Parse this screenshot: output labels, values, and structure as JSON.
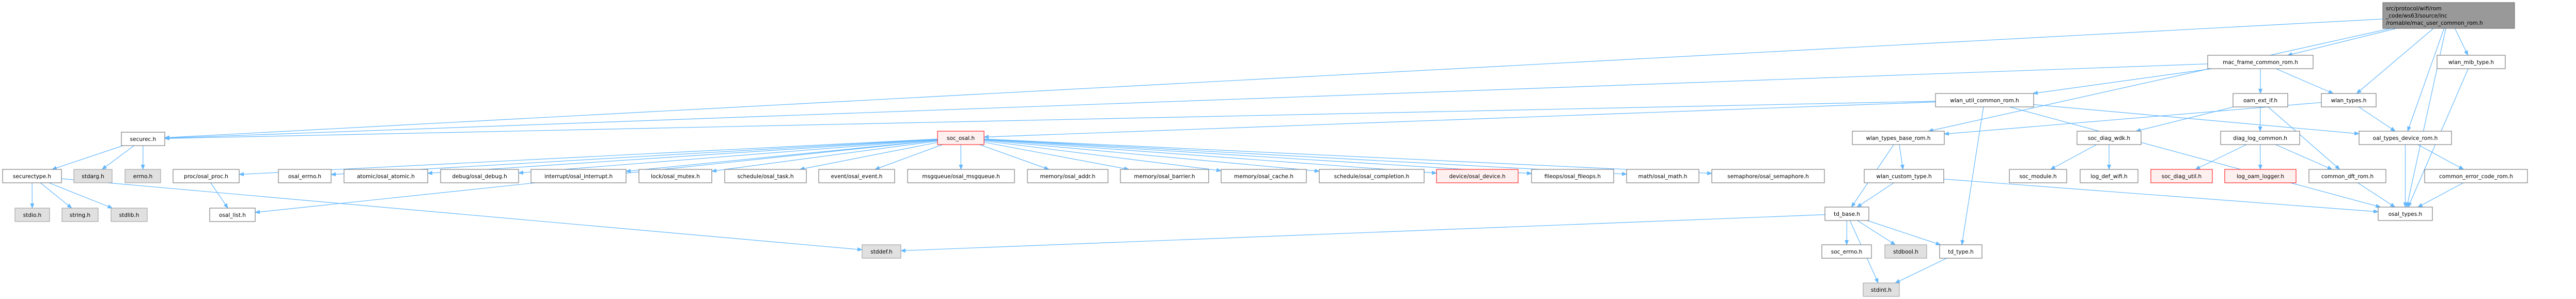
{
  "colors": {
    "edge": "#63b8ff",
    "normal_fill": "#ffffff",
    "normal_stroke": "#666666",
    "system_fill": "#e0e0e0",
    "system_stroke": "#999999",
    "warn_fill": "#fff0f0",
    "warn_stroke": "#ff0000",
    "root_fill": "#999999",
    "root_stroke": "#666666"
  },
  "nodes": [
    {
      "id": "root",
      "kind": "root",
      "lines": [
        "src/protocol/wifi/rom",
        "_code/ws63/source/inc",
        "/romable/mac_user_common_rom.h"
      ]
    },
    {
      "id": "mac_frame",
      "kind": "normal",
      "lines": [
        "mac_frame_common_rom.h"
      ]
    },
    {
      "id": "wlan_mib_type",
      "kind": "normal",
      "lines": [
        "wlan_mib_type.h"
      ]
    },
    {
      "id": "wlan_util",
      "kind": "normal",
      "lines": [
        "wlan_util_common_rom.h"
      ]
    },
    {
      "id": "oam_ext_if",
      "kind": "normal",
      "lines": [
        "oam_ext_if.h"
      ]
    },
    {
      "id": "wlan_types",
      "kind": "normal",
      "lines": [
        "wlan_types.h"
      ]
    },
    {
      "id": "securec",
      "kind": "normal",
      "lines": [
        "securec.h"
      ]
    },
    {
      "id": "soc_osal",
      "kind": "warn",
      "lines": [
        "soc_osal.h"
      ]
    },
    {
      "id": "wlan_types_base",
      "kind": "normal",
      "lines": [
        "wlan_types_base_rom.h"
      ]
    },
    {
      "id": "soc_diag_wdk",
      "kind": "normal",
      "lines": [
        "soc_diag_wdk.h"
      ]
    },
    {
      "id": "diag_log_common",
      "kind": "normal",
      "lines": [
        "diag_log_common.h"
      ]
    },
    {
      "id": "oal_types_device",
      "kind": "normal",
      "lines": [
        "oal_types_device_rom.h"
      ]
    },
    {
      "id": "securectype",
      "kind": "normal",
      "lines": [
        "securectype.h"
      ]
    },
    {
      "id": "stdarg",
      "kind": "system",
      "lines": [
        "stdarg.h"
      ]
    },
    {
      "id": "errno",
      "kind": "system",
      "lines": [
        "errno.h"
      ]
    },
    {
      "id": "osal_proc",
      "kind": "normal",
      "lines": [
        "proc/osal_proc.h"
      ]
    },
    {
      "id": "osal_errno",
      "kind": "normal",
      "lines": [
        "osal_errno.h"
      ]
    },
    {
      "id": "osal_atomic",
      "kind": "normal",
      "lines": [
        "atomic/osal_atomic.h"
      ]
    },
    {
      "id": "osal_debug",
      "kind": "normal",
      "lines": [
        "debug/osal_debug.h"
      ]
    },
    {
      "id": "osal_interrupt",
      "kind": "normal",
      "lines": [
        "interrupt/osal_interrupt.h"
      ]
    },
    {
      "id": "osal_mutex",
      "kind": "normal",
      "lines": [
        "lock/osal_mutex.h"
      ]
    },
    {
      "id": "osal_task",
      "kind": "normal",
      "lines": [
        "schedule/osal_task.h"
      ]
    },
    {
      "id": "osal_event",
      "kind": "normal",
      "lines": [
        "event/osal_event.h"
      ]
    },
    {
      "id": "osal_msgqueue",
      "kind": "normal",
      "lines": [
        "msgqueue/osal_msgqueue.h"
      ]
    },
    {
      "id": "osal_addr",
      "kind": "normal",
      "lines": [
        "memory/osal_addr.h"
      ]
    },
    {
      "id": "osal_barrier",
      "kind": "normal",
      "lines": [
        "memory/osal_barrier.h"
      ]
    },
    {
      "id": "osal_cache",
      "kind": "normal",
      "lines": [
        "memory/osal_cache.h"
      ]
    },
    {
      "id": "osal_completion",
      "kind": "normal",
      "lines": [
        "schedule/osal_completion.h"
      ]
    },
    {
      "id": "osal_device",
      "kind": "warn",
      "lines": [
        "device/osal_device.h"
      ]
    },
    {
      "id": "osal_fileops",
      "kind": "normal",
      "lines": [
        "fileops/osal_fileops.h"
      ]
    },
    {
      "id": "osal_math",
      "kind": "normal",
      "lines": [
        "math/osal_math.h"
      ]
    },
    {
      "id": "osal_semaphore",
      "kind": "normal",
      "lines": [
        "semaphore/osal_semaphore.h"
      ]
    },
    {
      "id": "wlan_custom_type",
      "kind": "normal",
      "lines": [
        "wlan_custom_type.h"
      ]
    },
    {
      "id": "soc_module",
      "kind": "normal",
      "lines": [
        "soc_module.h"
      ]
    },
    {
      "id": "log_def_wifi",
      "kind": "normal",
      "lines": [
        "log_def_wifi.h"
      ]
    },
    {
      "id": "soc_diag_util",
      "kind": "warn",
      "lines": [
        "soc_diag_util.h"
      ]
    },
    {
      "id": "log_oam_logger",
      "kind": "warn",
      "lines": [
        "log_oam_logger.h"
      ]
    },
    {
      "id": "common_dft_rom",
      "kind": "normal",
      "lines": [
        "common_dft_rom.h"
      ]
    },
    {
      "id": "common_error_code_rom",
      "kind": "normal",
      "lines": [
        "common_error_code_rom.h"
      ]
    },
    {
      "id": "td_base",
      "kind": "normal",
      "lines": [
        "td_base.h"
      ]
    },
    {
      "id": "osal_types",
      "kind": "normal",
      "lines": [
        "osal_types.h"
      ]
    },
    {
      "id": "stdio",
      "kind": "system",
      "lines": [
        "stdio.h"
      ]
    },
    {
      "id": "string",
      "kind": "system",
      "lines": [
        "string.h"
      ]
    },
    {
      "id": "stdlib",
      "kind": "system",
      "lines": [
        "stdlib.h"
      ]
    },
    {
      "id": "osal_list",
      "kind": "normal",
      "lines": [
        "osal_list.h"
      ]
    },
    {
      "id": "stddef",
      "kind": "system",
      "lines": [
        "stddef.h"
      ]
    },
    {
      "id": "soc_errno",
      "kind": "normal",
      "lines": [
        "soc_errno.h"
      ]
    },
    {
      "id": "stdbool",
      "kind": "system",
      "lines": [
        "stdbool.h"
      ]
    },
    {
      "id": "td_type",
      "kind": "normal",
      "lines": [
        "td_type.h"
      ]
    },
    {
      "id": "stdint",
      "kind": "system",
      "lines": [
        "stdint.h"
      ]
    }
  ],
  "edges": [
    [
      "root",
      "mac_frame"
    ],
    [
      "root",
      "wlan_types"
    ],
    [
      "root",
      "wlan_mib_type"
    ],
    [
      "root",
      "oal_types_device"
    ],
    [
      "root",
      "osal_types"
    ],
    [
      "root",
      "wlan_types_base"
    ],
    [
      "root",
      "securec"
    ],
    [
      "mac_frame",
      "wlan_util"
    ],
    [
      "mac_frame",
      "oam_ext_if"
    ],
    [
      "mac_frame",
      "wlan_types"
    ],
    [
      "mac_frame",
      "securec"
    ],
    [
      "wlan_util",
      "soc_osal"
    ],
    [
      "wlan_util",
      "securec"
    ],
    [
      "wlan_util",
      "oal_types_device"
    ],
    [
      "wlan_util",
      "osal_types"
    ],
    [
      "wlan_util",
      "td_type"
    ],
    [
      "wlan_types",
      "wlan_types_base"
    ],
    [
      "wlan_types",
      "oal_types_device"
    ],
    [
      "oam_ext_if",
      "soc_diag_wdk"
    ],
    [
      "oam_ext_if",
      "diag_log_common"
    ],
    [
      "oam_ext_if",
      "common_dft_rom"
    ],
    [
      "soc_diag_wdk",
      "soc_module"
    ],
    [
      "soc_diag_wdk",
      "log_def_wifi"
    ],
    [
      "diag_log_common",
      "soc_diag_util"
    ],
    [
      "diag_log_common",
      "log_oam_logger"
    ],
    [
      "diag_log_common",
      "common_dft_rom"
    ],
    [
      "oal_types_device",
      "osal_types"
    ],
    [
      "oal_types_device",
      "common_error_code_rom"
    ],
    [
      "common_dft_rom",
      "osal_types"
    ],
    [
      "common_error_code_rom",
      "osal_types"
    ],
    [
      "wlan_mib_type",
      "osal_types"
    ],
    [
      "wlan_types_base",
      "wlan_custom_type"
    ],
    [
      "wlan_types_base",
      "td_base"
    ],
    [
      "wlan_custom_type",
      "td_base"
    ],
    [
      "wlan_custom_type",
      "osal_types"
    ],
    [
      "td_base",
      "soc_errno"
    ],
    [
      "td_base",
      "stdbool"
    ],
    [
      "td_base",
      "td_type"
    ],
    [
      "td_base",
      "stdint"
    ],
    [
      "td_base",
      "stddef"
    ],
    [
      "td_type",
      "stdint"
    ],
    [
      "securec",
      "securectype"
    ],
    [
      "securec",
      "stdarg"
    ],
    [
      "securec",
      "errno"
    ],
    [
      "securectype",
      "stdio"
    ],
    [
      "securectype",
      "string"
    ],
    [
      "securectype",
      "stdlib"
    ],
    [
      "securectype",
      "stddef"
    ],
    [
      "soc_osal",
      "osal_proc"
    ],
    [
      "soc_osal",
      "osal_errno"
    ],
    [
      "soc_osal",
      "osal_atomic"
    ],
    [
      "soc_osal",
      "osal_debug"
    ],
    [
      "soc_osal",
      "osal_interrupt"
    ],
    [
      "soc_osal",
      "osal_mutex"
    ],
    [
      "soc_osal",
      "osal_task"
    ],
    [
      "soc_osal",
      "osal_event"
    ],
    [
      "soc_osal",
      "osal_msgqueue"
    ],
    [
      "soc_osal",
      "osal_addr"
    ],
    [
      "soc_osal",
      "osal_barrier"
    ],
    [
      "soc_osal",
      "osal_cache"
    ],
    [
      "soc_osal",
      "osal_completion"
    ],
    [
      "soc_osal",
      "osal_device"
    ],
    [
      "soc_osal",
      "osal_fileops"
    ],
    [
      "soc_osal",
      "osal_math"
    ],
    [
      "soc_osal",
      "osal_semaphore"
    ],
    [
      "soc_osal",
      "osal_list"
    ],
    [
      "osal_proc",
      "osal_list"
    ]
  ]
}
